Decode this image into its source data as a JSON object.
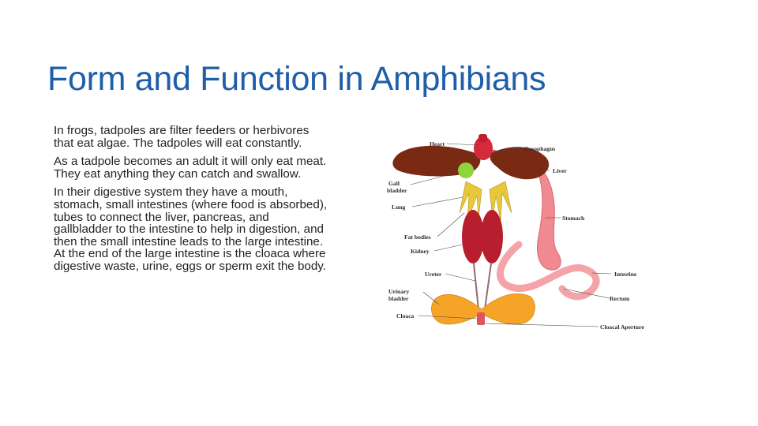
{
  "slide": {
    "title": "Form and Function in Amphibians",
    "paragraphs": [
      "In frogs, tadpoles are filter feeders or herbivores that eat algae. The tadpoles will eat constantly.",
      "As a tadpole becomes an adult it will only eat meat. They eat anything they can catch and swallow.",
      "In their digestive system they have a mouth, stomach, small intestines (where food is absorbed), tubes to connect the liver, pancreas, and gallbladder to the intestine to help in digestion, and then the small intestine leads to the large intestine. At the end of the large intestine is the cloaca where digestive waste, urine, eggs or sperm exit the body."
    ]
  },
  "diagram": {
    "labels": {
      "heart": "Heart",
      "oesophagus": "Oesophagus",
      "liver": "Liver",
      "gall": "Gall",
      "bladder": "bladder",
      "lung": "Lung",
      "stomach": "Stomach",
      "fat_bodies": "Fat bodies",
      "kidney": "Kidney",
      "ureter": "Ureter",
      "intestine": "Intestine",
      "urinary": "Urinary",
      "urinary_bladder": "bladder",
      "rectum": "Rectum",
      "cloaca": "Cloaca",
      "cloacal_aperture": "Cloacal Aperture"
    },
    "colors": {
      "liver": "#7a2a12",
      "heart": "#d42a3a",
      "gall_bladder": "#8fd43a",
      "lung": "#e8c83a",
      "stomach": "#f08a90",
      "kidney": "#b81e2e",
      "intestine": "#f4a4a8",
      "urinary_bladder": "#f6a428"
    }
  }
}
